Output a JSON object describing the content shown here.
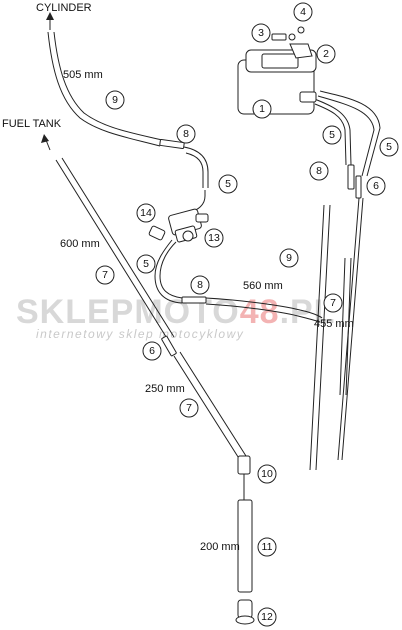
{
  "labels": {
    "cylinder": "CYLINDER",
    "fuel_tank": "FUEL TANK",
    "len_505": "505 mm",
    "len_600": "600 mm",
    "len_560": "560 mm",
    "len_455": "455 mm",
    "len_250": "250 mm",
    "len_200": "200 mm"
  },
  "callouts": {
    "c1": "1",
    "c2": "2",
    "c3": "3",
    "c4": "4",
    "c5a": "5",
    "c5b": "5",
    "c5c": "5",
    "c5d": "5",
    "c6a": "6",
    "c6b": "6",
    "c7a": "7",
    "c7b": "7",
    "c7c": "7",
    "c8a": "8",
    "c8b": "8",
    "c8c": "8",
    "c9a": "9",
    "c9b": "9",
    "c10": "10",
    "c11": "11",
    "c12": "12",
    "c13": "13",
    "c14": "14"
  },
  "watermark": {
    "part1": "SKLEP",
    "part2": "MOTO",
    "part3": "48",
    "part4": ".PL",
    "subtitle": "internetowy sklep motocyklowy"
  },
  "colors": {
    "line": "#222222",
    "watermark_gray": "#d8d8d8",
    "watermark_red": "#f3b3b3"
  }
}
